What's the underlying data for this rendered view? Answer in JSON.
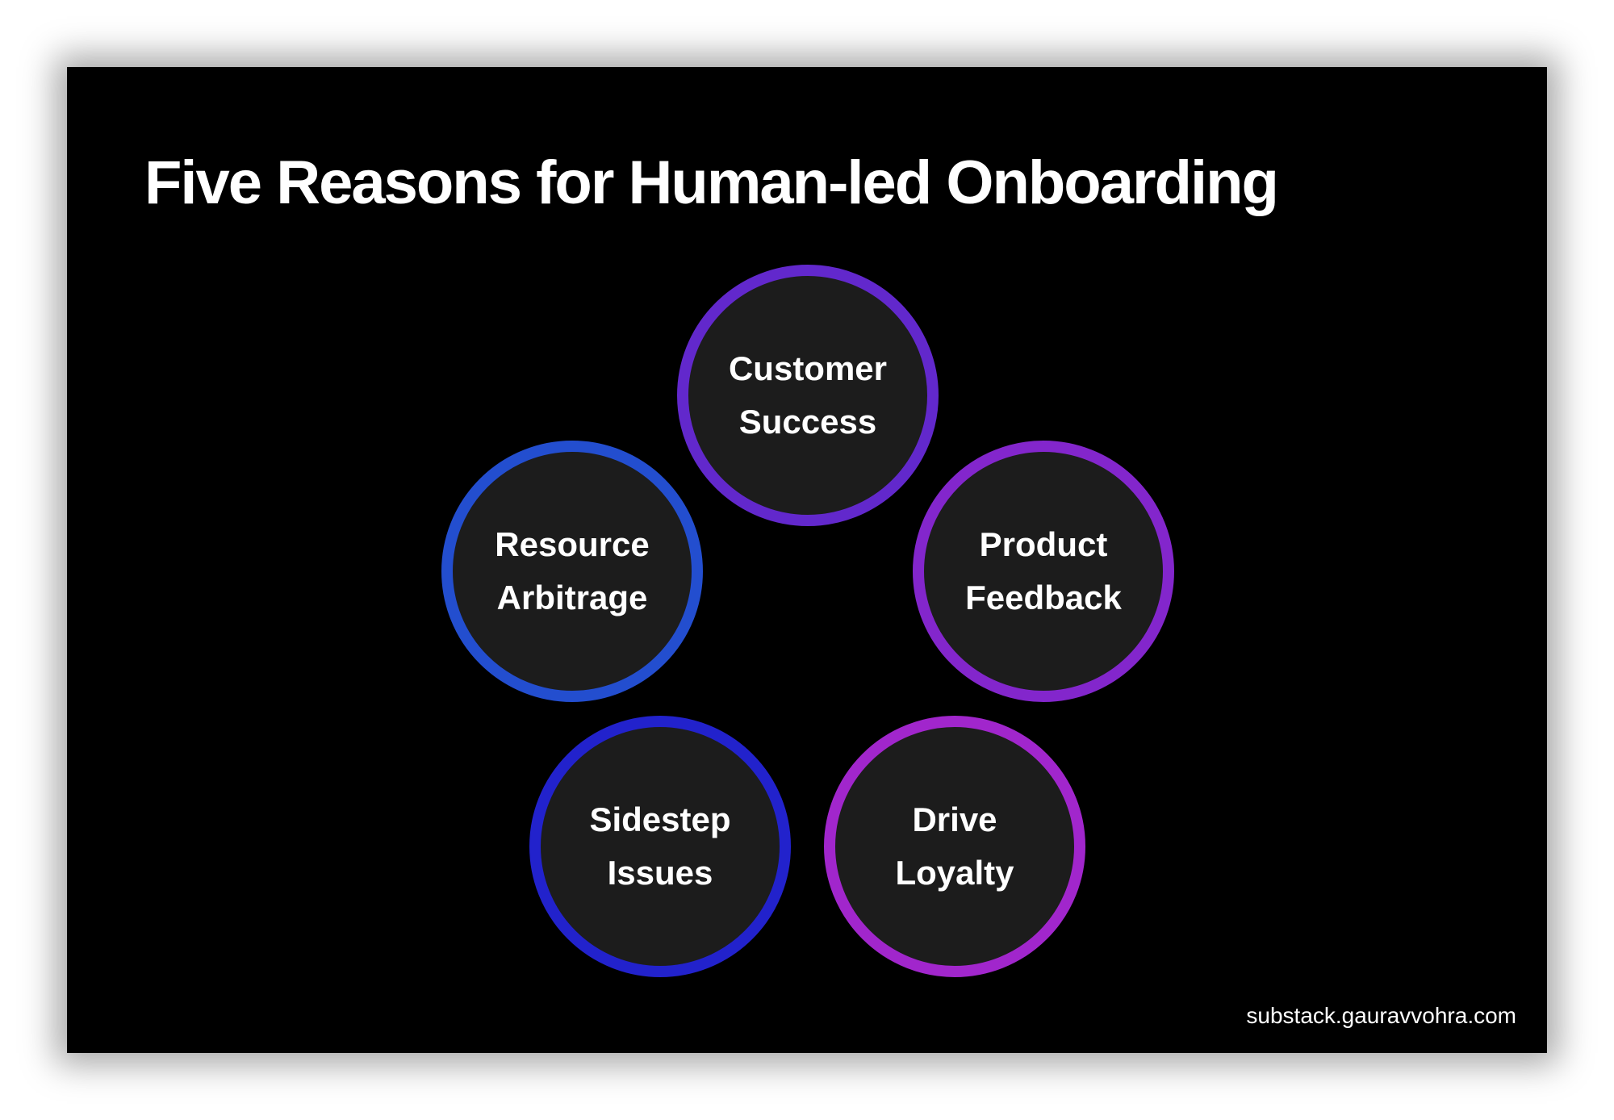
{
  "title": "Five Reasons for Human-led Onboarding",
  "reasons": [
    {
      "line1": "Customer",
      "line2": "Success",
      "color": "#6228CC"
    },
    {
      "line1": "Resource",
      "line2": "Arbitrage",
      "color": "#234ECF"
    },
    {
      "line1": "Product",
      "line2": "Feedback",
      "color": "#8326CC"
    },
    {
      "line1": "Sidestep",
      "line2": "Issues",
      "color": "#2222CC"
    },
    {
      "line1": "Drive",
      "line2": "Loyalty",
      "color": "#A126CC"
    }
  ],
  "footer": "substack.gauravvohra.com"
}
